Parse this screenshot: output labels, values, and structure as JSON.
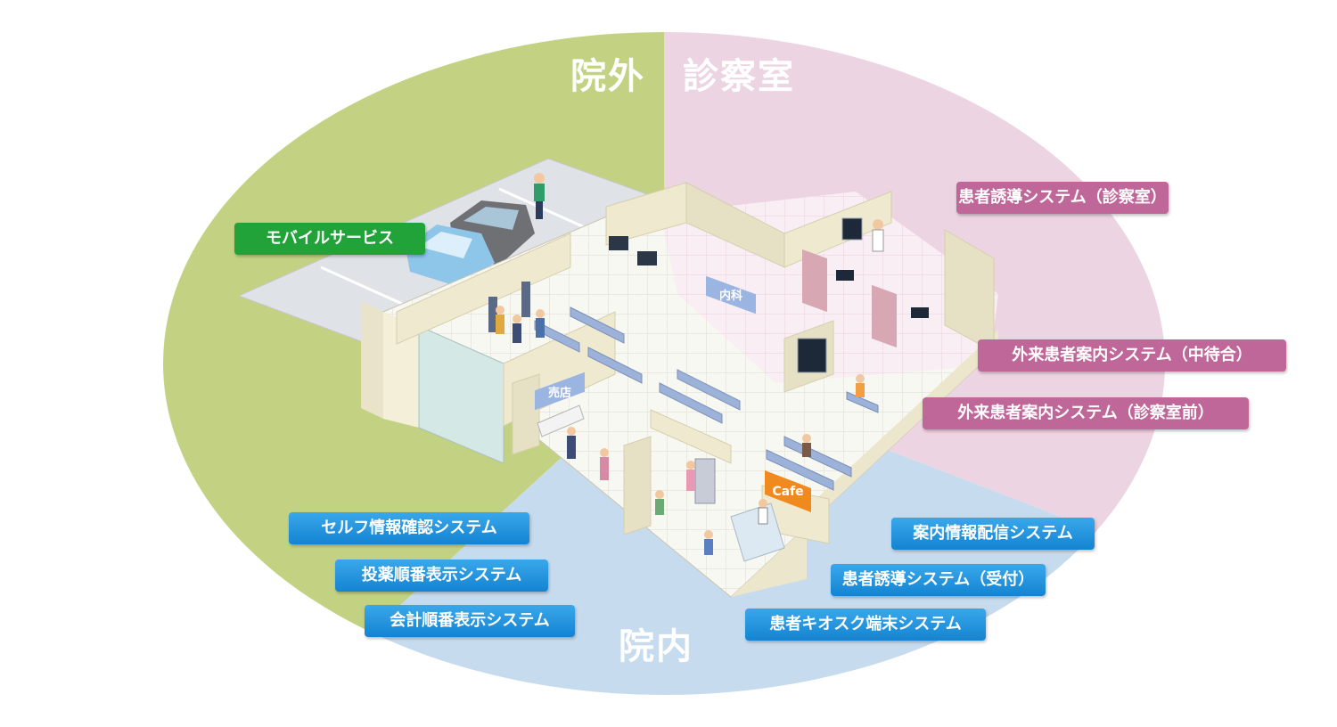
{
  "zones": {
    "outside": "院外",
    "exam_room": "診察室",
    "inside": "院内"
  },
  "floor_signs": {
    "shop": "売店",
    "internal_medicine": "内科",
    "cafe": "Cafe"
  },
  "tags": {
    "mobile_service": "モバイルサービス",
    "patient_guidance_exam": "患者誘導システム（診察室）",
    "outpatient_guide_waiting": "外来患者案内システム（中待合）",
    "outpatient_guide_front": "外来患者案内システム（診察室前）",
    "self_info_check": "セルフ情報確認システム",
    "medication_order": "投薬順番表示システム",
    "billing_order": "会計順番表示システム",
    "info_distribution": "案内情報配信システム",
    "patient_guidance_reception": "患者誘導システム（受付）",
    "kiosk_terminal": "患者キオスク端末システム"
  },
  "colors": {
    "outside": "#c2d282",
    "exam_room": "#ecd4e2",
    "inside": "#c7dbee",
    "tag_green": "#21a33a",
    "tag_pink": "#c0679a",
    "tag_blue": "#1a8fdc"
  }
}
